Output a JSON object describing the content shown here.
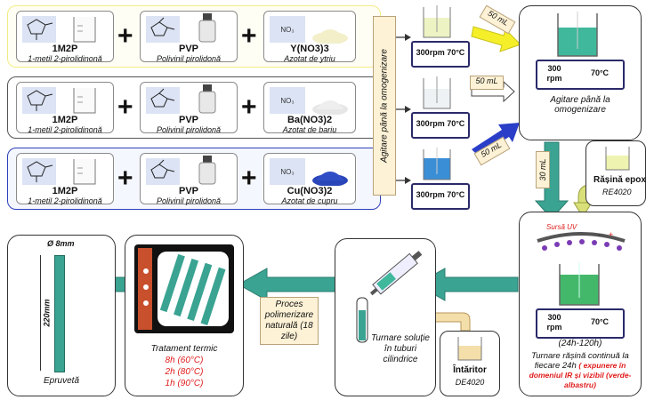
{
  "rows": [
    {
      "solvent_formula": "1M2P",
      "solvent_name": "1-metil 2-pirolidinonă",
      "polymer_formula": "PVP",
      "polymer_name": "Polivinil pirolidonă",
      "salt_formula": "Y(NO3)3",
      "salt_name": "Azotat de ytriu",
      "salt_color": "#f2efc9",
      "rpm": "300rpm 70°C",
      "liquid": "#eef3c4",
      "volume": "50 mL"
    },
    {
      "solvent_formula": "1M2P",
      "solvent_name": "1-metil 2-pirolidinonă",
      "polymer_formula": "PVP",
      "polymer_name": "Polivinil pirolidonă",
      "salt_formula": "Ba(NO3)2",
      "salt_name": "Azotat de bariu",
      "salt_color": "#f4f4f4",
      "rpm": "300rpm 70°C",
      "liquid": "#eef2f4",
      "volume": "50 mL"
    },
    {
      "solvent_formula": "1M2P",
      "solvent_name": "1-metil 2-pirolidinonă",
      "polymer_formula": "PVP",
      "polymer_name": "Polivinil pirolidonă",
      "salt_formula": "Cu(NO3)2",
      "salt_name": "Azotat de cupru",
      "salt_color": "#2a45b8",
      "rpm": "300rpm 70°C",
      "liquid": "#3a8ed6",
      "volume": "50 mL"
    }
  ],
  "colors": {
    "row1": "#f2ec86",
    "row2": "#555555",
    "row3": "#2c3fb8",
    "arrow_yellow": "#f5ef2a",
    "arrow_blue": "#2a3ec8",
    "teal": "#3aa392",
    "tag_bg": "#fdf2d6"
  },
  "vertical_label": "Agitare până la omogenizare",
  "mix": {
    "rpm": "300",
    "rpm_unit": "rpm",
    "temp": "70°C",
    "caption": "Agitare până la omogenizare",
    "volume": "30 mL"
  },
  "resin": {
    "name": "Rășină epoxi",
    "code": "RE4020"
  },
  "uv": {
    "label": "Sursă UV",
    "rpm": "300",
    "rpm_unit": "rpm",
    "temp": "70°C",
    "time": "(24h-120h)",
    "caption": "Turnare rășină continuă la fiecare 24h",
    "note": "( expunere în domeniul IR și vizibil (verde-albastru)"
  },
  "hardener": {
    "name": "Întăritor",
    "code": "DE4020"
  },
  "pour": {
    "caption": "Turnare soluție în tuburi cilindrice"
  },
  "polymerization": {
    "label": "Proces polimerizare naturală (18 zile)"
  },
  "heat": {
    "title": "Tratament termic",
    "steps": [
      "8h (60°C)",
      "2h (80°C)",
      "1h (90°C)"
    ]
  },
  "sample": {
    "diameter": "Ø 8mm",
    "length": "220mm",
    "caption": "Epruvetă"
  }
}
